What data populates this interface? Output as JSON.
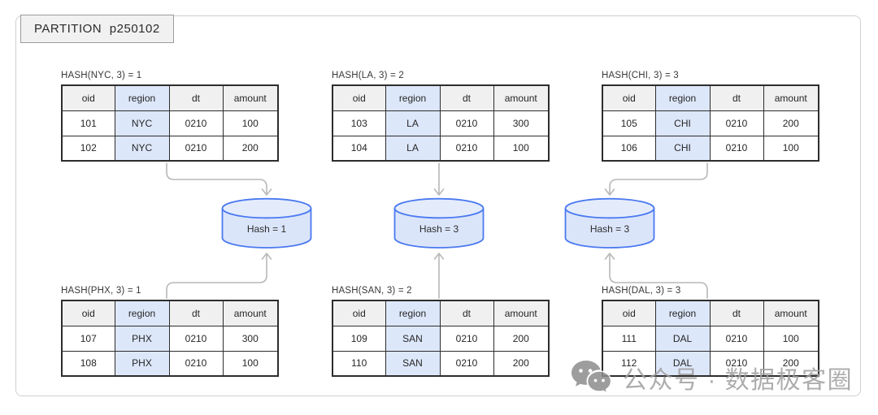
{
  "frame": {
    "partition_label": "PARTITION p250102"
  },
  "table_columns": [
    "oid",
    "region",
    "dt",
    "amount"
  ],
  "highlight_column": "region",
  "tables": [
    {
      "caption": "HASH(NYC, 3) = 1",
      "rows": [
        [
          "101",
          "NYC",
          "0210",
          "100"
        ],
        [
          "102",
          "NYC",
          "0210",
          "200"
        ]
      ]
    },
    {
      "caption": "HASH(LA, 3) = 2",
      "rows": [
        [
          "103",
          "LA",
          "0210",
          "300"
        ],
        [
          "104",
          "LA",
          "0210",
          "100"
        ]
      ]
    },
    {
      "caption": "HASH(CHI, 3) = 3",
      "rows": [
        [
          "105",
          "CHI",
          "0210",
          "200"
        ],
        [
          "106",
          "CHI",
          "0210",
          "100"
        ]
      ]
    },
    {
      "caption": "HASH(PHX, 3) = 1",
      "rows": [
        [
          "107",
          "PHX",
          "0210",
          "300"
        ],
        [
          "108",
          "PHX",
          "0210",
          "100"
        ]
      ]
    },
    {
      "caption": "HASH(SAN, 3) = 2",
      "rows": [
        [
          "109",
          "SAN",
          "0210",
          "200"
        ],
        [
          "110",
          "SAN",
          "0210",
          "200"
        ]
      ]
    },
    {
      "caption": "HASH(DAL, 3) = 3",
      "rows": [
        [
          "111",
          "DAL",
          "0210",
          "100"
        ],
        [
          "112",
          "DAL",
          "0210",
          "200"
        ]
      ]
    }
  ],
  "buckets": [
    {
      "label": "Hash = 1"
    },
    {
      "label": "Hash = 3"
    },
    {
      "label": "Hash = 3"
    }
  ],
  "watermark": {
    "text": "公众号 · 数据极客圈",
    "icon": "wechat-icon"
  },
  "colors": {
    "highlight_fill": "#dde7fa",
    "header_fill": "#f0f0f0",
    "table_border": "#2d2d2d",
    "cylinder_stroke": "#4a79f0",
    "cylinder_body_fill": "#dbe5fa",
    "cylinder_top_fill": "#e4ecfc",
    "arrow": "#b8b8b8",
    "frame_border": "#cfcfcf",
    "watermark_gray": "#9f9f9f"
  }
}
